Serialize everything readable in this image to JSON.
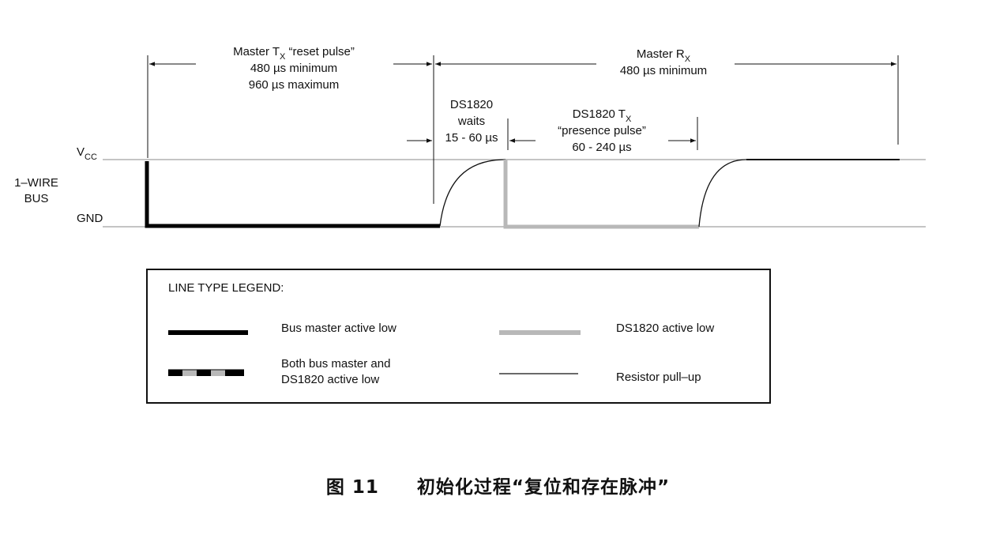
{
  "timing": {
    "master_tx": {
      "line1_main": "Master T",
      "line1_sub": "X",
      "line1_tail": " “reset pulse”",
      "line2": "480 µs minimum",
      "line3": "960 µs maximum"
    },
    "master_rx": {
      "line1_main": "Master R",
      "line1_sub": "X",
      "line2": "480 µs minimum"
    },
    "ds_waits": {
      "line1": "DS1820",
      "line2": "waits",
      "line3": "15 - 60 µs"
    },
    "ds_tx": {
      "line1_main": "DS1820 T",
      "line1_sub": "X",
      "line2": "“presence pulse”",
      "line3": "60 - 240 µs"
    }
  },
  "axis": {
    "vcc_main": "V",
    "vcc_sub": "CC",
    "gnd": "GND",
    "bus_line1": "1–WIRE",
    "bus_line2": "BUS"
  },
  "legend": {
    "title": "LINE TYPE LEGEND:",
    "items": [
      {
        "label": "Bus master active low",
        "color": "#000000"
      },
      {
        "label": "DS1820 active low",
        "color": "#b8b8b8"
      },
      {
        "label_line1": "Both bus master and",
        "label_line2": "DS1820 active low"
      },
      {
        "label": "Resistor pull–up",
        "color": "#000000"
      }
    ]
  },
  "caption": {
    "figure": "图 11",
    "text": "初始化过程“复位和存在脉冲”"
  },
  "colors": {
    "master": "#000000",
    "slave": "#b8b8b8",
    "line": "#111111"
  }
}
